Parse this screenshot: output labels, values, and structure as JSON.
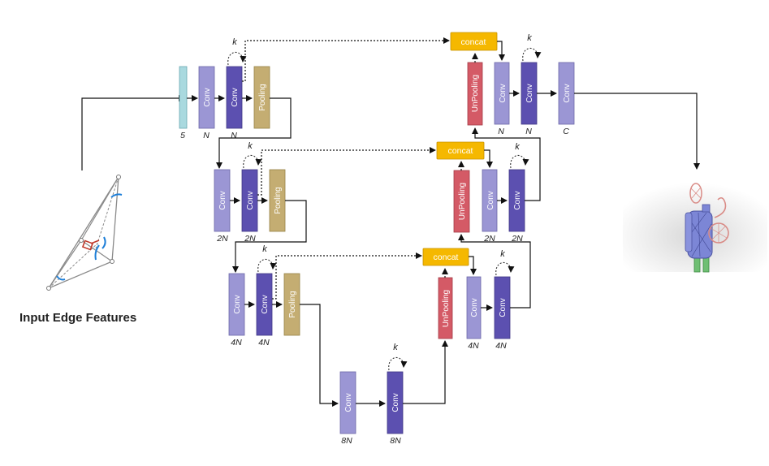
{
  "input_caption": "Input Edge Features",
  "layer_labels": {
    "conv": "Conv",
    "pooling": "Pooling",
    "unpooling": "UnPooling",
    "concat": "concat",
    "k": "k"
  },
  "dimension_labels": {
    "input": "5",
    "n": "N",
    "two_n": "2N",
    "four_n": "4N",
    "eight_n": "8N",
    "c": "C"
  },
  "colors": {
    "input_block": "#a9d9df",
    "conv_light": "#9b96d4",
    "conv_dark": "#5c50b0",
    "pooling": "#c4ad72",
    "unpooling": "#d45a66",
    "concat": "#f5b800"
  },
  "icons": [
    "triangle-mesh-edge-icon",
    "output-segmented-mesh-icon"
  ]
}
